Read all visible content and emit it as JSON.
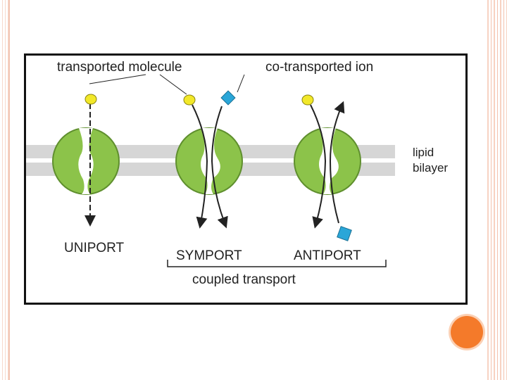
{
  "labels": {
    "transported_molecule": "transported molecule",
    "co_transported_ion": "co-transported ion",
    "lipid": "lipid",
    "bilayer": "bilayer",
    "uniport": "UNIPORT",
    "symport": "SYMPORT",
    "antiport": "ANTIPORT",
    "coupled_transport": "coupled transport"
  },
  "colors": {
    "membrane": "#d6d6d6",
    "protein": "#8cc34a",
    "protein_dark": "#5f8f2e",
    "molecule": "#f2e829",
    "ion": "#2aa6d8",
    "accent_dot": "#f47a2a"
  }
}
